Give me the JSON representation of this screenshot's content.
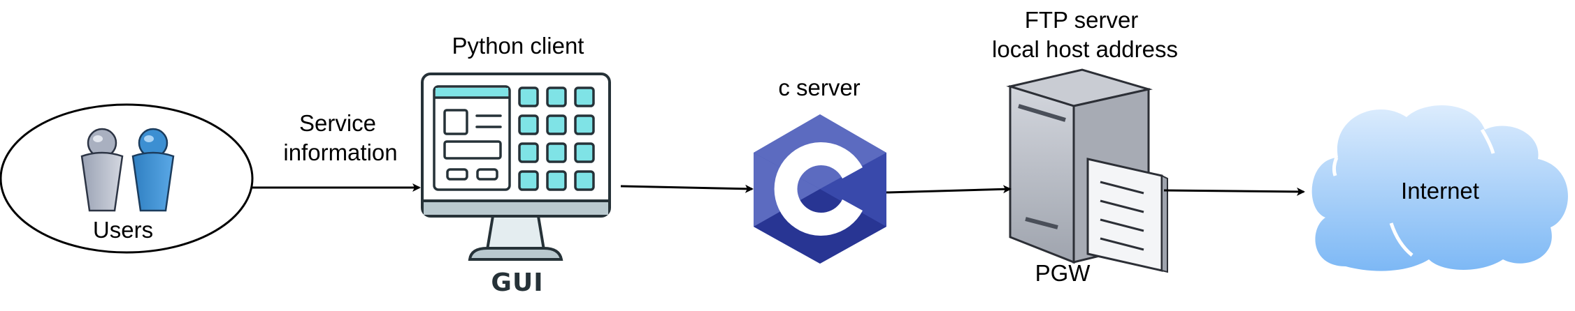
{
  "labels": {
    "users": "Users",
    "service_info_line1": "Service",
    "service_info_line2": "information",
    "python_client": "Python client",
    "gui": "GUI",
    "c_server": "c server",
    "ftp_line1": "FTP server",
    "ftp_line2": "local host address",
    "pgw": "PGW",
    "internet": "Internet"
  },
  "icons": {
    "users": "users-icon",
    "client": "computer-monitor-icon",
    "c_lang": "c-language-logo-icon",
    "server": "server-tower-icon",
    "cloud": "cloud-icon"
  },
  "colors": {
    "user_grey": "#b9bfcc",
    "user_blue": "#3d8fd1",
    "monitor_cyan": "#7fe3e6",
    "monitor_outline": "#263238",
    "c_logo_dark": "#283593",
    "c_logo_mid": "#3949ab",
    "c_logo_light": "#5c6bc0",
    "server_grey": "#b4b8c2",
    "cloud_top": "#d6e9fc",
    "cloud_bottom": "#7db8f5"
  }
}
